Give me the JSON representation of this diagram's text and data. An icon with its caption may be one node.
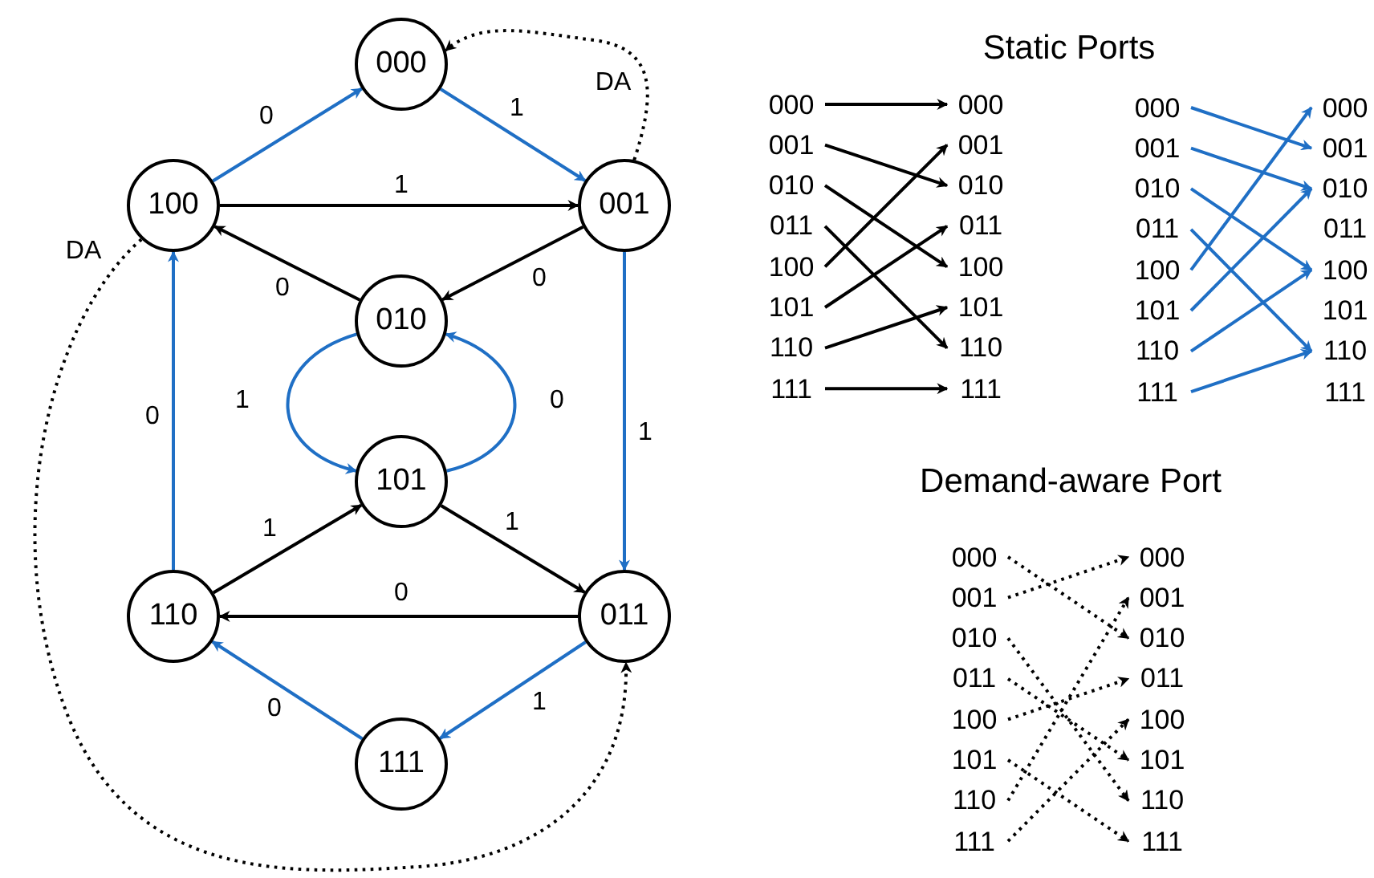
{
  "diagram": {
    "nodes": [
      {
        "text": [
          "000"
        ]
      },
      {
        "text": [
          "100"
        ]
      },
      {
        "text": [
          "001"
        ]
      },
      {
        "text": [
          "010"
        ]
      },
      {
        "text": [
          "101"
        ]
      },
      {
        "text": [
          "110"
        ]
      },
      {
        "text": [
          "011"
        ]
      },
      {
        "text": [
          "111"
        ]
      },
      {
        "text": [
          "000"
        ]
      },
      {
        "text": [
          "001"
        ]
      },
      {
        "text": [
          "010"
        ]
      },
      {
        "text": [
          "011"
        ]
      },
      {
        "text": [
          "100"
        ]
      },
      {
        "text": [
          "101"
        ]
      },
      {
        "text": [
          "110"
        ]
      },
      {
        "text": [
          "111"
        ]
      },
      {
        "text": [
          "000"
        ]
      },
      {
        "text": [
          "001"
        ]
      },
      {
        "text": [
          "010"
        ]
      },
      {
        "text": [
          "011"
        ]
      },
      {
        "text": [
          "100"
        ]
      },
      {
        "text": [
          "101"
        ]
      },
      {
        "text": [
          "110"
        ]
      },
      {
        "text": [
          "111"
        ]
      },
      {
        "text": [
          "000"
        ]
      },
      {
        "text": [
          "001"
        ]
      },
      {
        "text": [
          "010"
        ]
      },
      {
        "text": [
          "011"
        ]
      },
      {
        "text": [
          "100"
        ]
      },
      {
        "text": [
          "101"
        ]
      },
      {
        "text": [
          "110"
        ]
      },
      {
        "text": [
          "111"
        ]
      },
      {
        "text": [
          "000"
        ]
      },
      {
        "text": [
          "001"
        ]
      },
      {
        "text": [
          "010"
        ]
      },
      {
        "text": [
          "011"
        ]
      },
      {
        "text": [
          "100"
        ]
      },
      {
        "text": [
          "101"
        ]
      },
      {
        "text": [
          "110"
        ]
      },
      {
        "text": [
          "111"
        ]
      },
      {
        "text": [
          "000"
        ]
      },
      {
        "text": [
          "001"
        ]
      },
      {
        "text": [
          "010"
        ]
      },
      {
        "text": [
          "011"
        ]
      },
      {
        "text": [
          "100"
        ]
      },
      {
        "text": [
          "101"
        ]
      },
      {
        "text": [
          "110"
        ]
      },
      {
        "text": [
          "111"
        ]
      },
      {
        "text": [
          "000"
        ]
      },
      {
        "text": [
          "001"
        ]
      },
      {
        "text": [
          "010"
        ]
      },
      {
        "text": [
          "011"
        ]
      },
      {
        "text": [
          "100"
        ]
      },
      {
        "text": [
          "101"
        ]
      },
      {
        "text": [
          "110"
        ]
      },
      {
        "text": [
          "111"
        ]
      }
    ],
    "edges": [
      {
        "from": 1,
        "to": 0,
        "arrow": "to",
        "label": "0",
        "color": "#1f6fc5"
      },
      {
        "from": 0,
        "to": 2,
        "arrow": "to",
        "label": "1",
        "color": "#1f6fc5"
      },
      {
        "from": 1,
        "to": 2,
        "arrow": "to",
        "label": "1"
      },
      {
        "from": 2,
        "to": 3,
        "arrow": "to",
        "label": "0"
      },
      {
        "from": 3,
        "to": 1,
        "arrow": "to",
        "label": "0"
      },
      {
        "from": 3,
        "to": 4,
        "arrow": "to",
        "label": "1",
        "color": "#1f6fc5"
      },
      {
        "from": 4,
        "to": 3,
        "arrow": "to",
        "label": "0",
        "color": "#1f6fc5"
      },
      {
        "from": 2,
        "to": 6,
        "arrow": "to",
        "label": "1",
        "color": "#1f6fc5"
      },
      {
        "from": 5,
        "to": 1,
        "arrow": "to",
        "label": "0",
        "color": "#1f6fc5"
      },
      {
        "from": 5,
        "to": 4,
        "arrow": "to",
        "label": "1"
      },
      {
        "from": 4,
        "to": 6,
        "arrow": "to",
        "label": "1"
      },
      {
        "from": 6,
        "to": 5,
        "arrow": "to",
        "label": "0"
      },
      {
        "from": 6,
        "to": 7,
        "arrow": "to",
        "label": "1",
        "color": "#1f6fc5"
      },
      {
        "from": 7,
        "to": 5,
        "arrow": "to",
        "label": "0",
        "color": "#1f6fc5"
      },
      {
        "from": 2,
        "to": 0,
        "arrow": "to",
        "label": "DA",
        "style": "dashed"
      },
      {
        "from": 1,
        "to": 6,
        "arrow": "to",
        "label": "DA",
        "style": "dashed"
      },
      {
        "from": 8,
        "to": 16,
        "arrow": "to"
      },
      {
        "from": 9,
        "to": 18,
        "arrow": "to"
      },
      {
        "from": 10,
        "to": 20,
        "arrow": "to"
      },
      {
        "from": 11,
        "to": 22,
        "arrow": "to"
      },
      {
        "from": 12,
        "to": 17,
        "arrow": "to"
      },
      {
        "from": 13,
        "to": 19,
        "arrow": "to"
      },
      {
        "from": 14,
        "to": 21,
        "arrow": "to"
      },
      {
        "from": 15,
        "to": 23,
        "arrow": "to"
      },
      {
        "from": 24,
        "to": 33,
        "arrow": "to",
        "color": "#1f6fc5"
      },
      {
        "from": 25,
        "to": 34,
        "arrow": "to",
        "color": "#1f6fc5"
      },
      {
        "from": 26,
        "to": 36,
        "arrow": "to",
        "color": "#1f6fc5"
      },
      {
        "from": 27,
        "to": 38,
        "arrow": "to",
        "color": "#1f6fc5"
      },
      {
        "from": 28,
        "to": 32,
        "arrow": "to",
        "color": "#1f6fc5"
      },
      {
        "from": 29,
        "to": 34,
        "arrow": "to",
        "color": "#1f6fc5"
      },
      {
        "from": 30,
        "to": 36,
        "arrow": "to",
        "color": "#1f6fc5"
      },
      {
        "from": 31,
        "to": 38,
        "arrow": "to",
        "color": "#1f6fc5"
      },
      {
        "from": 40,
        "to": 50,
        "arrow": "to",
        "style": "dashed"
      },
      {
        "from": 41,
        "to": 48,
        "arrow": "to",
        "style": "dashed"
      },
      {
        "from": 42,
        "to": 54,
        "arrow": "to",
        "style": "dashed"
      },
      {
        "from": 43,
        "to": 53,
        "arrow": "to",
        "style": "dashed"
      },
      {
        "from": 44,
        "to": 51,
        "arrow": "to",
        "style": "dashed"
      },
      {
        "from": 45,
        "to": 55,
        "arrow": "to",
        "style": "dashed"
      },
      {
        "from": 46,
        "to": 49,
        "arrow": "to",
        "style": "dashed"
      },
      {
        "from": 47,
        "to": 52,
        "arrow": "to",
        "style": "dashed"
      }
    ],
    "labels": [
      "Static Ports",
      "Demand-aware Port"
    ]
  }
}
